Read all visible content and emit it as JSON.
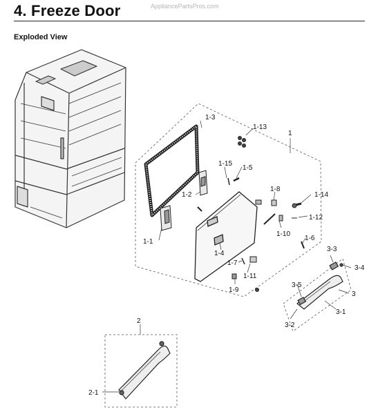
{
  "header": {
    "title": "4.  Freeze Door",
    "watermark": "AppliancePartsPros.com",
    "subtitle": "Exploded View"
  },
  "callouts": [
    "1",
    "1-1",
    "1-2",
    "1-3",
    "1-4",
    "1-5",
    "1-6",
    "1-7",
    "1-8",
    "1-9",
    "1-10",
    "1-11",
    "1-12",
    "1-13",
    "1-14",
    "1-15",
    "2",
    "2-1",
    "3",
    "3-1",
    "3-2",
    "3-3",
    "3-4",
    "3-5"
  ]
}
